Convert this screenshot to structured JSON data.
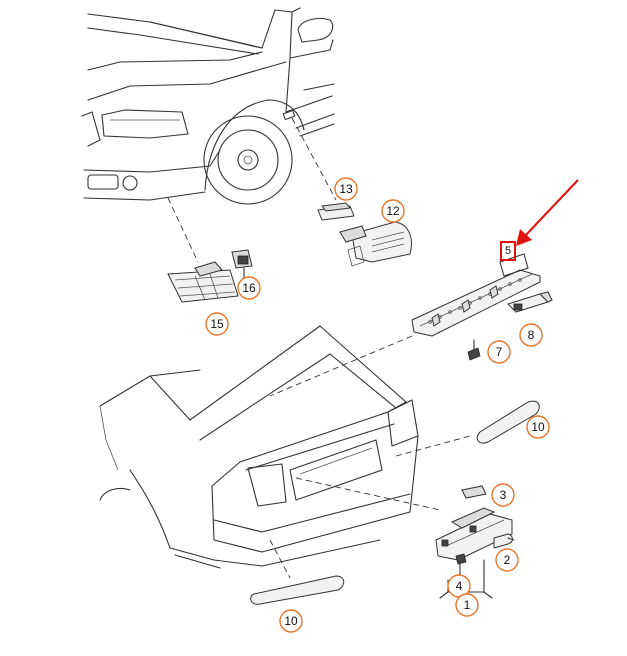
{
  "callouts": {
    "c1": "1",
    "c2": "2",
    "c3": "3",
    "c4": "4",
    "c5": "5",
    "c7": "7",
    "c8": "8",
    "c10a": "10",
    "c10b": "10",
    "c12": "12",
    "c13": "13",
    "c15": "15",
    "c16": "16"
  },
  "colors": {
    "callout_ring": "#e8742a",
    "highlight": "#e01010"
  },
  "highlight": {
    "label_callout": "c5"
  }
}
